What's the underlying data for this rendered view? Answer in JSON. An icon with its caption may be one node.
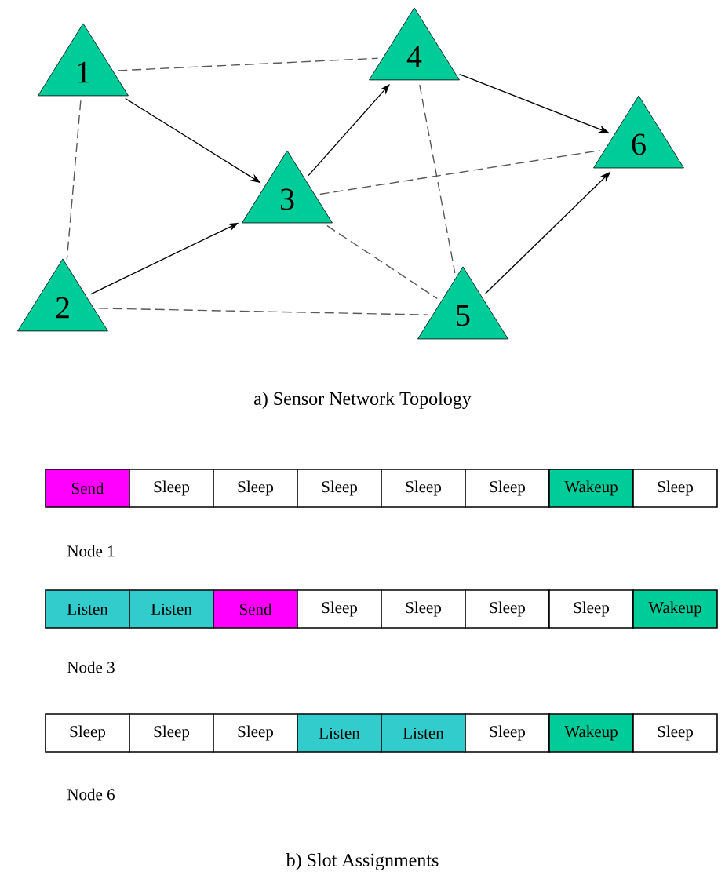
{
  "diagram": {
    "nodes": [
      {
        "text": [
          "1"
        ]
      },
      {
        "text": [
          "2"
        ]
      },
      {
        "text": [
          "3"
        ]
      },
      {
        "text": [
          "4"
        ]
      },
      {
        "text": [
          "5"
        ]
      },
      {
        "text": [
          "6"
        ]
      },
      {
        "text": [
          "Send"
        ]
      },
      {
        "text": [
          "Sleep"
        ]
      },
      {
        "text": [
          "Sleep"
        ]
      },
      {
        "text": [
          "Sleep"
        ]
      },
      {
        "text": [
          "Sleep"
        ]
      },
      {
        "text": [
          "Sleep"
        ]
      },
      {
        "text": [
          "Wakeup"
        ]
      },
      {
        "text": [
          "Sleep"
        ]
      },
      {
        "text": [
          "Listen"
        ]
      },
      {
        "text": [
          "Listen"
        ]
      },
      {
        "text": [
          "Send"
        ]
      },
      {
        "text": [
          "Sleep"
        ]
      },
      {
        "text": [
          "Sleep"
        ]
      },
      {
        "text": [
          "Sleep"
        ]
      },
      {
        "text": [
          "Sleep"
        ]
      },
      {
        "text": [
          "Wakeup"
        ]
      },
      {
        "text": [
          "Sleep"
        ]
      },
      {
        "text": [
          "Sleep"
        ]
      },
      {
        "text": [
          "Sleep"
        ]
      },
      {
        "text": [
          "Listen"
        ]
      },
      {
        "text": [
          "Listen"
        ]
      },
      {
        "text": [
          "Sleep"
        ]
      },
      {
        "text": [
          "Wakeup"
        ]
      },
      {
        "text": [
          "Sleep"
        ]
      }
    ],
    "edges": [
      {
        "from": 0,
        "to": 3,
        "arrow": "none",
        "style": "dashed"
      },
      {
        "from": 0,
        "to": 2,
        "arrow": "to"
      },
      {
        "from": 0,
        "to": 1,
        "arrow": "none",
        "style": "dashed"
      },
      {
        "from": 1,
        "to": 2,
        "arrow": "to"
      },
      {
        "from": 1,
        "to": 4,
        "arrow": "none",
        "style": "dashed"
      },
      {
        "from": 2,
        "to": 3,
        "arrow": "to"
      },
      {
        "from": 2,
        "to": 5,
        "arrow": "none",
        "style": "dashed"
      },
      {
        "from": 2,
        "to": 4,
        "arrow": "none",
        "style": "dashed"
      },
      {
        "from": 3,
        "to": 5,
        "arrow": "to"
      },
      {
        "from": 3,
        "to": 4,
        "arrow": "none",
        "style": "dashed"
      },
      {
        "from": 4,
        "to": 5,
        "arrow": "to"
      }
    ],
    "labels": [
      "a) Sensor Network Topology",
      "Node 1",
      "Node 3",
      "Node 6",
      "b) Slot Assignments"
    ]
  }
}
